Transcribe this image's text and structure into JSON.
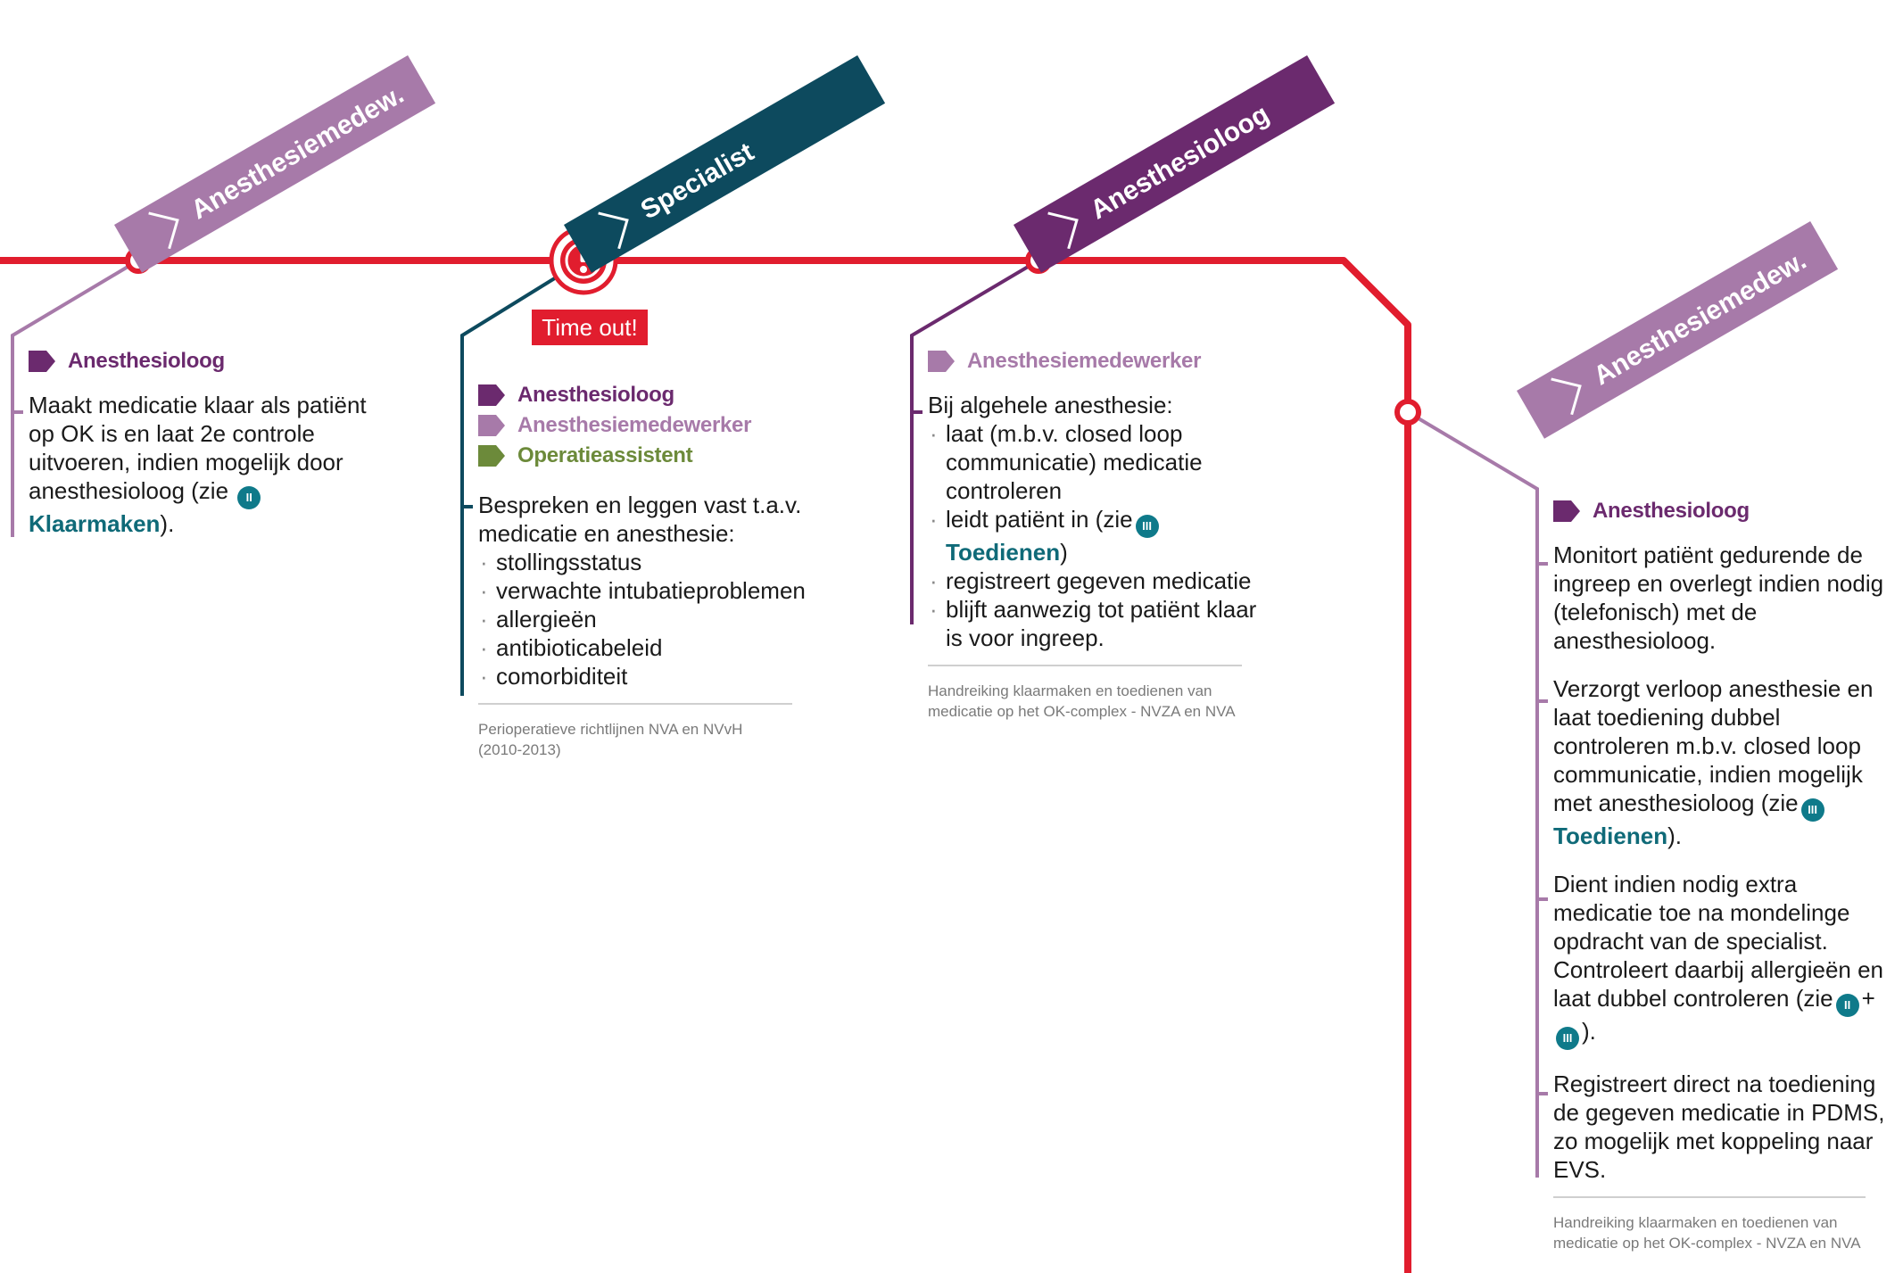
{
  "colors": {
    "line_red": "#e11d2e",
    "purple_dark": "#6b2a6e",
    "purple_light": "#a77aa9",
    "teal_dark": "#0d4a5e",
    "green": "#6c8a3a",
    "badge_teal": "#0f7a8a"
  },
  "banners": [
    {
      "label": "Anesthesiemedew."
    },
    {
      "label": "Specialist"
    },
    {
      "label": "Anesthesioloog"
    },
    {
      "label": "Anesthesiemedew."
    }
  ],
  "timeout_label": "Time out!",
  "icons": {
    "alert": "exclamation-alert-icon",
    "role_flag": "role-flag-icon",
    "ref_badge": "step-number-badge-icon"
  },
  "step1": {
    "roles": [
      "Anesthesioloog"
    ],
    "text_before": "Maakt medicatie klaar als patiënt op OK is en laat 2e controle uitvoeren, indien mogelijk door anesthesioloog (zie",
    "badge": "II",
    "link": "Klaarmaken",
    "text_after": ")."
  },
  "step2": {
    "roles": [
      "Anesthesioloog",
      "Anesthesiemedewerker",
      "Operatieassistent"
    ],
    "intro": "Bespreken en leggen vast t.a.v. medicatie en anesthesie:",
    "items": [
      "stollingsstatus",
      "verwachte intubatieproblemen",
      "allergieën",
      "antibioticabeleid",
      "comorbiditeit"
    ],
    "source": "Perioperatieve richtlijnen NVA en NVvH (2010-2013)"
  },
  "step3": {
    "roles": [
      "Anesthesiemedewerker"
    ],
    "intro": "Bij algehele anesthesie:",
    "item1": "laat (m.b.v. closed loop communicatie) medicatie controleren",
    "item2_before": "leidt patiënt in (zie",
    "item2_badge": "III",
    "item2_link": "Toedienen",
    "item2_after": ")",
    "item3": "registreert gegeven medicatie",
    "item4": "blijft aanwezig tot patiënt klaar is voor ingreep.",
    "source": "Handreiking klaarmaken en toedienen van medicatie op het OK-complex - NVZA en NVA"
  },
  "step4": {
    "roles": [
      "Anesthesioloog"
    ],
    "p1": "Monitort patiënt gedurende de ingreep en overlegt indien nodig (telefonisch) met de anesthesioloog.",
    "p2_before": "Verzorgt verloop anesthesie en laat toediening dubbel controleren m.b.v. closed loop communicatie, indien mogelijk met anesthesioloog (zie",
    "p2_badge": "III",
    "p2_link": "Toedienen",
    "p2_after": ").",
    "p3_before": "Dient indien nodig extra medicatie toe na mondelinge opdracht van de specialist. Controleert daarbij allergieën en laat dubbel controleren (zie",
    "p3_badge1": "II",
    "p3_plus": "+",
    "p3_badge2": "III",
    "p3_after": ").",
    "p4": "Registreert direct na toediening de gegeven medicatie in PDMS, zo mogelijk met koppeling naar EVS.",
    "source": "Handreiking klaarmaken en toedienen van medicatie op het OK-complex - NVZA en NVA"
  }
}
